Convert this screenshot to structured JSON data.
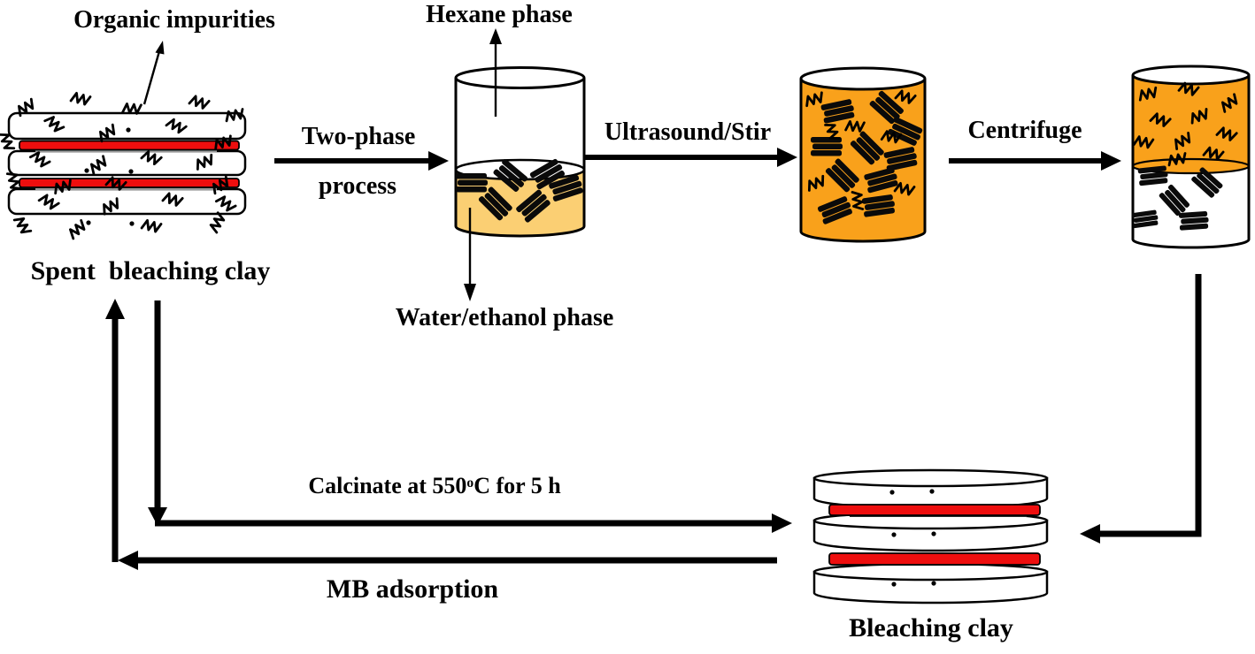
{
  "colors": {
    "solvent_orange": "#F9A11B",
    "water_ethanol_fill": "#FBCF73",
    "impurity_red": "#EE0E0E",
    "ink": "#000000"
  },
  "nodes": {
    "spent_clay": {
      "label": "Spent  bleaching clay",
      "annotation": "Organic impurities"
    },
    "separation_beaker": {
      "top_label": "Hexane phase",
      "bottom_label": "Water/ethanol phase"
    },
    "bleaching_clay": {
      "label": "Bleaching clay"
    }
  },
  "arrows": {
    "two_phase": {
      "label_line1": "Two-phase",
      "label_line2": "process"
    },
    "ultrasound": {
      "label": "Ultrasound/Stir"
    },
    "centrifuge": {
      "label": "Centrifuge"
    },
    "calcinate": {
      "label_pre": "Calcinate at 550",
      "label_sup": "o",
      "label_post": "C for 5 h"
    },
    "mb_adsorption": {
      "label": "MB adsorption"
    }
  }
}
